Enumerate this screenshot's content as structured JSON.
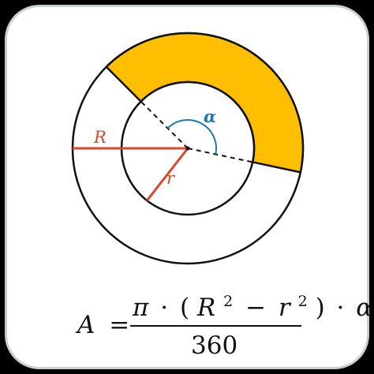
{
  "diagram": {
    "labels": {
      "outer_radius": "R",
      "inner_radius": "r",
      "angle": "α"
    },
    "colors": {
      "sector_fill": "#FFBF00",
      "radius_line": "#D9472B",
      "angle_arc": "#1F77B4",
      "outline": "#111111"
    }
  },
  "formula": {
    "lhs": "A",
    "equals": "=",
    "pi": "π",
    "dot1": "·",
    "open_paren": "(",
    "R": "R",
    "R_exp": "2",
    "minus": "−",
    "r": "r",
    "r_exp": "2",
    "close_paren": ")",
    "dot2": "·",
    "alpha": "α",
    "denominator": "360"
  }
}
